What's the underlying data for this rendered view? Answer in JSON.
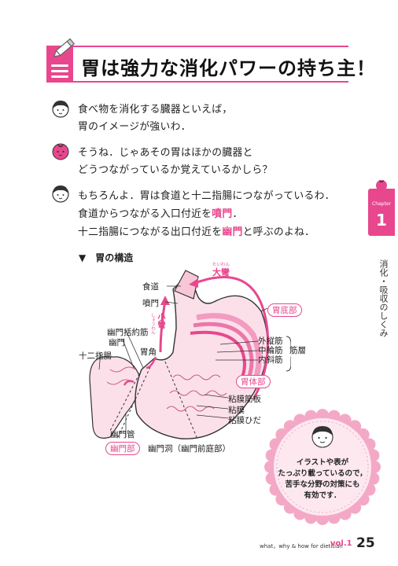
{
  "header": {
    "title": "胃は強力な消化パワーの持ち主！"
  },
  "dialogue": [
    {
      "speaker": "student",
      "lines": [
        "食べ物を消化する臓器といえば，",
        "胃のイメージが強いわ．"
      ]
    },
    {
      "speaker": "tomato",
      "lines": [
        "そうね．じゃあその胃はほかの臓器と",
        "どうつながっているか覚えているかしら？"
      ]
    },
    {
      "speaker": "student",
      "lines": [
        "もちろんよ．胃は食道と十二指腸につながっているわ．",
        "食道からつながる入口付近を",
        "噴門",
        "．",
        "十二指腸につながる出口付近を",
        "幽門",
        "と呼ぶのよね．"
      ]
    }
  ],
  "side_tab": {
    "chapter_label": "Chapter",
    "number": "1",
    "title": "消化・吸収のしくみ"
  },
  "diagram": {
    "caption": "▼　胃の構造",
    "labels": {
      "esophagus": "食道",
      "cardia": "噴門",
      "pyloric_sphincter": "幽門括約筋",
      "pylorus": "幽門",
      "duodenum": "十二指腸",
      "angle": "胃角",
      "lesser_curvature": "小彎",
      "lesser_curvature_ruby": "しょうわん",
      "greater_curvature": "大彎",
      "greater_curvature_ruby": "たいわん",
      "fundus": "胃底部",
      "body": "胃体部",
      "outer_longitudinal": "外縦筋",
      "middle_circular": "中輪筋",
      "inner_oblique": "内斜筋",
      "muscle_layer": "筋層",
      "lamina_propria": "粘膜筋板",
      "mucosa": "粘膜",
      "mucosal_folds": "粘膜ひだ",
      "pyloric_canal": "幽門管",
      "pyloric_part": "幽門部",
      "antrum": "幽門洞（幽門前庭部）"
    }
  },
  "badge": {
    "lines": [
      "イラストや表が",
      "たっぷり載っているので，",
      "苦手な分野の対策にも",
      "有効です．"
    ]
  },
  "footer": {
    "series": "what，why & how for dietitian",
    "vol": "vol.1",
    "page": "25"
  },
  "colors": {
    "accent": "#e8478e",
    "stomach_fill": "#fbe0ea",
    "badge_bg": "#fde8f0"
  },
  "icons": {
    "header": "pencil-memo-icon",
    "student": "girl-face-icon",
    "teacher": "tomato-face-icon"
  }
}
